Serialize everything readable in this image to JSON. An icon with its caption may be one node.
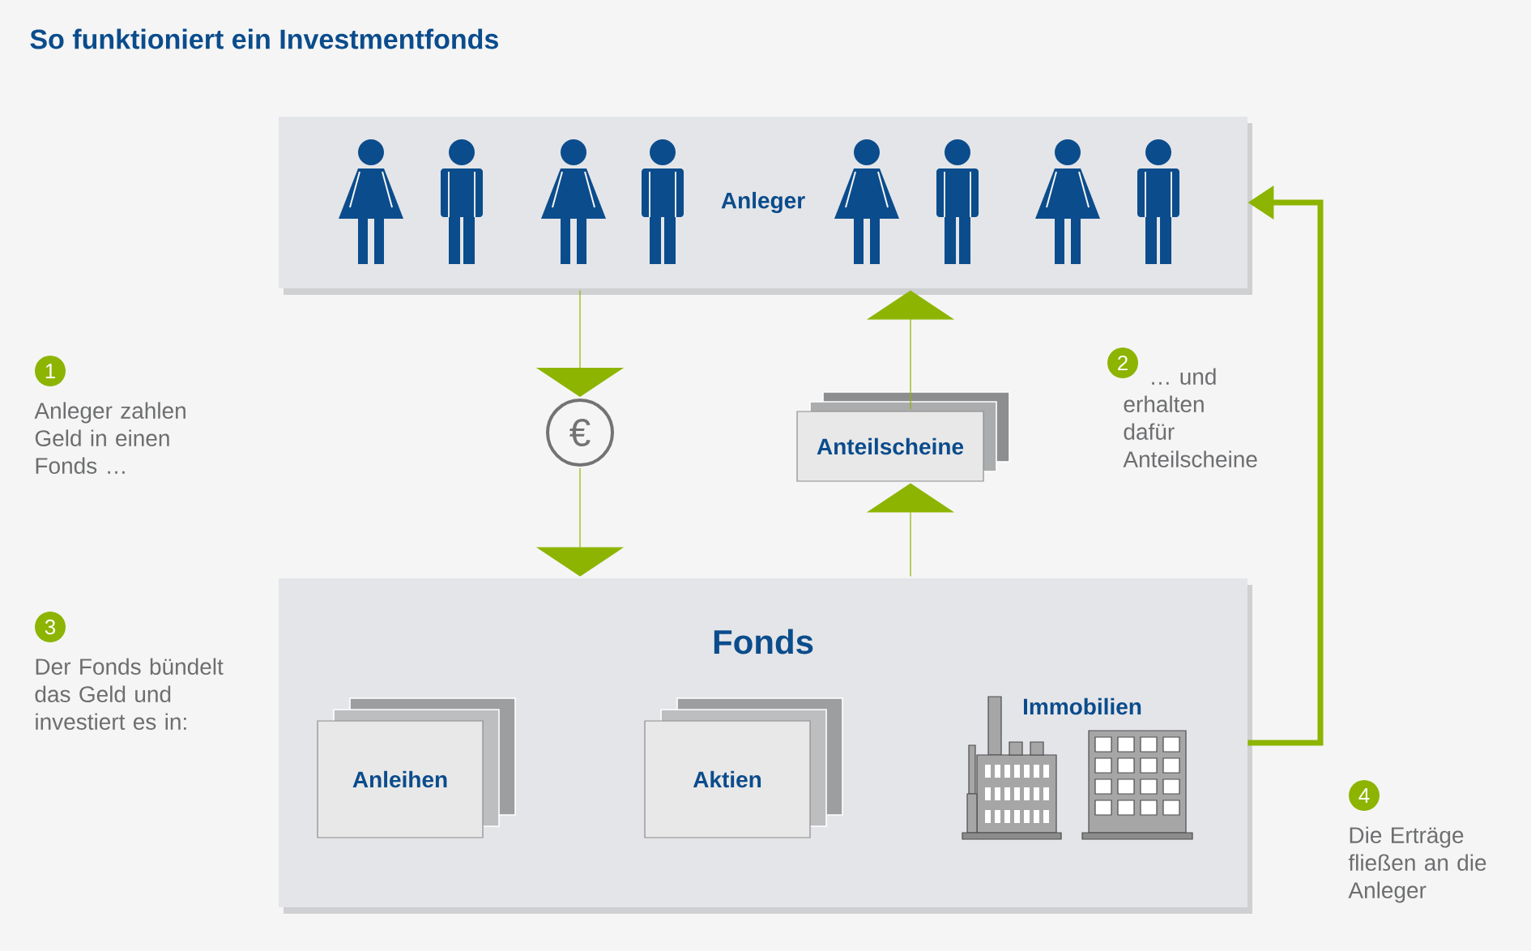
{
  "diagram": {
    "title": "So funktioniert ein Investmentfonds",
    "nodes": [
      {
        "text": [
          "Anleger"
        ]
      },
      {
        "text": [
          "Fonds"
        ]
      },
      {
        "text": [
          "Anteilscheine"
        ]
      },
      {
        "text": [
          "Anleihen"
        ],
        "in": 1
      },
      {
        "text": [
          "Aktien"
        ],
        "in": 1
      },
      {
        "text": [
          "Immobilien"
        ],
        "in": 1
      },
      {
        "text": [
          "€"
        ]
      }
    ],
    "edges": [
      {
        "from": 0,
        "to": 6,
        "arrow": "to"
      },
      {
        "from": 6,
        "to": 1,
        "arrow": "to"
      },
      {
        "from": 1,
        "to": 2,
        "arrow": "to"
      },
      {
        "from": 2,
        "to": 0,
        "arrow": "to"
      },
      {
        "from": 1,
        "to": 0,
        "arrow": "to",
        "style": "thick",
        "color": "#8cb400"
      }
    ],
    "labels": [
      "1",
      "Anleger zahlen Geld in einen Fonds …",
      "2",
      "… und erhalten dafür Anteilscheine",
      "3",
      "Der Fonds bündelt das Geld und investiert es in:",
      "4",
      "Die Erträge fließen an die Anleger"
    ]
  }
}
